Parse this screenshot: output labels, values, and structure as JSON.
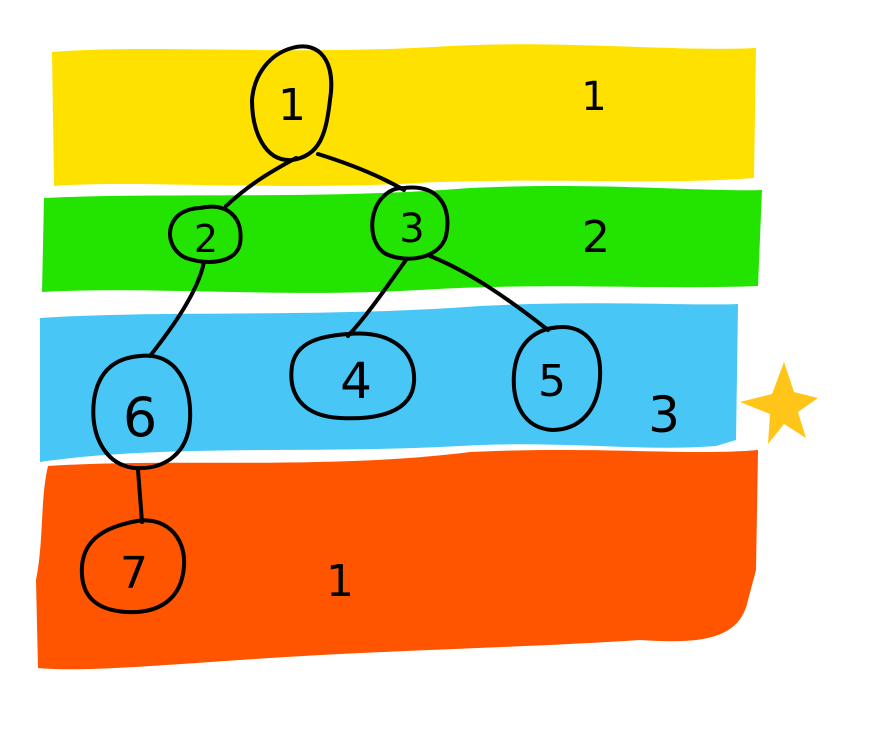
{
  "levels": [
    {
      "color": "#FFE100",
      "count": "1"
    },
    {
      "color": "#22E400",
      "count": "2"
    },
    {
      "color": "#48C6F6",
      "count": "3"
    },
    {
      "color": "#FF5400",
      "count": "1"
    }
  ],
  "nodes": [
    {
      "id": "1",
      "label": "1",
      "level": 0
    },
    {
      "id": "2",
      "label": "2",
      "level": 1
    },
    {
      "id": "3",
      "label": "3",
      "level": 1
    },
    {
      "id": "6",
      "label": "6",
      "level": 2
    },
    {
      "id": "4",
      "label": "4",
      "level": 2
    },
    {
      "id": "5",
      "label": "5",
      "level": 2
    },
    {
      "id": "7",
      "label": "7",
      "level": 3
    }
  ],
  "edges": [
    {
      "from": "1",
      "to": "2"
    },
    {
      "from": "1",
      "to": "3"
    },
    {
      "from": "2",
      "to": "6"
    },
    {
      "from": "3",
      "to": "4"
    },
    {
      "from": "3",
      "to": "5"
    },
    {
      "from": "6",
      "to": "7"
    }
  ],
  "marker": {
    "icon": "star-icon",
    "color": "#FFC619",
    "level": 2
  },
  "stroke_color": "#000000"
}
